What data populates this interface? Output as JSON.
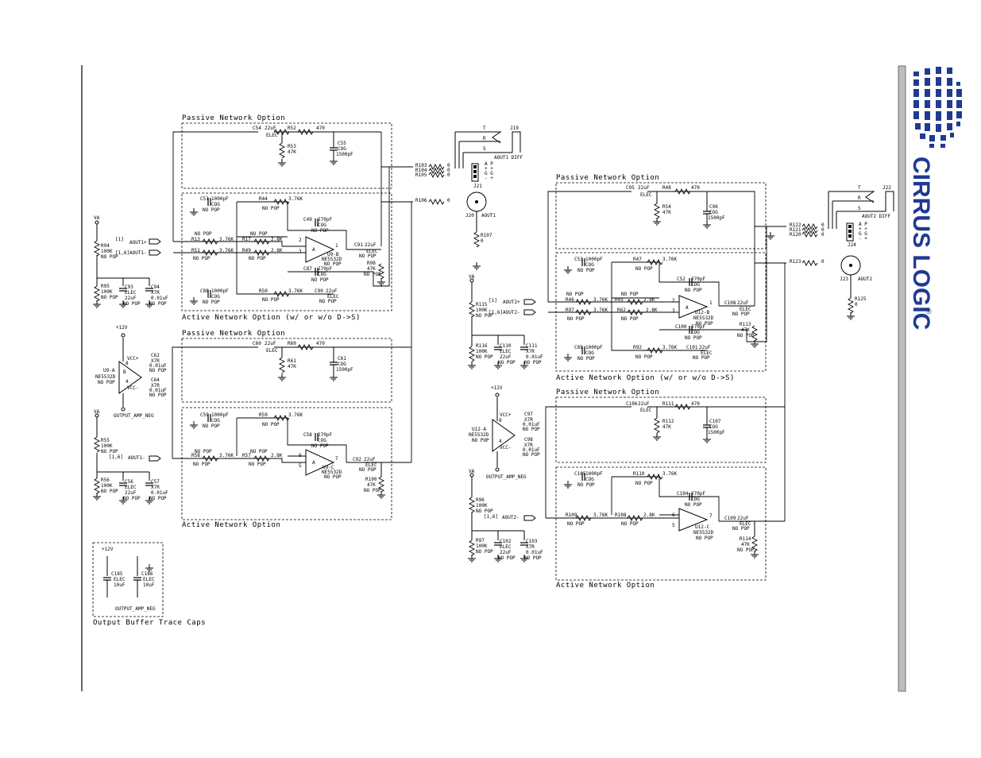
{
  "sections": {
    "passive1": "Passive Network Option",
    "active1": "Active Network Option (w/ or w/o D->S)",
    "passive2": "Passive Network Option",
    "active2": "Active Network Option",
    "caps_box": "Output Buffer Trace Caps",
    "passive3": "Passive Network Option",
    "active3": "Active Network Option (w/ or w/o D->S)",
    "passive4": "Passive Network Option",
    "active4": "Active Network Option"
  },
  "logo": {
    "text": "CIRRUS LOGIC",
    "registered": "®",
    "color": "#1f3a93"
  },
  "net_labels": {
    "aout1p": "AOUT1+",
    "aout1m": "AOUT1-",
    "aout1": "AOUT1-",
    "aout2p": "AOUT2+",
    "aout2m": "AOUT2-",
    "aout2": "AOUT2-",
    "flag1a": "[1]",
    "flag1b": "[1,6]",
    "flag1c": "[1,6]",
    "flag2a": "[1]",
    "flag2b": "[1,6]",
    "flag2c": "[1,6]",
    "va1": "VA",
    "va2": "VA",
    "va3": "VA",
    "va4": "VA",
    "p12a": "+12V",
    "p12b": "+12V",
    "p12c": "+12V",
    "neg1": "OUTPUT_AMP_NEG",
    "neg2": "OUTPUT_AMP_NEG",
    "neg3": "OUTPUT_AMP_NEG"
  },
  "connectors": {
    "j19": "J19",
    "j19_sub": "AOUT1 DIFF",
    "j21": "J21",
    "j20": "J20",
    "j20_sub": "AOUT1",
    "j22": "J22",
    "j22_sub": "AOUT2 DIFF",
    "j24": "J24",
    "j23": "J23",
    "j23_sub": "AOUT2",
    "pin_t": "T",
    "pin_r": "R",
    "pin_s": "S",
    "hdr1": "A P",
    "hdr2": "+ +",
    "hdr3": "G G",
    "hdr4": "- +"
  },
  "amps": {
    "u9b": "U9-B",
    "u9c": "U9-C",
    "u9a": "U9-A",
    "u12b": "U12-B",
    "u12c": "U12-C",
    "u12a": "U12-A",
    "part": "NE5532D",
    "nopop": "NO POP",
    "vccp": "VCC+",
    "vccm": "VCC-",
    "pinA": "A",
    "pinB": "B",
    "pin1": "1",
    "pin2": "2",
    "pin3": "3",
    "pin4": "4",
    "pin5": "5",
    "pin6": "6",
    "pin7": "7",
    "pin8": "8"
  },
  "parts": {
    "c54": "C54",
    "c54v": "22uF",
    "elec": "ELEC",
    "r52": "R52",
    "r52v": "470",
    "r53": "R53",
    "k47": "47K",
    "c55": "C55",
    "cog": "COG",
    "pf1500": "1500pF",
    "c51": "C51",
    "pf1000": "1000pF",
    "r44": "R44",
    "k376": "3.76K",
    "c49": "C49",
    "pf270": "270pF",
    "r13": "R13",
    "r17": "R17",
    "k28": "2.8K",
    "r51": "R51",
    "r49": "R49",
    "c91": "C91",
    "r98": "R98",
    "c88": "C88",
    "r50": "R50",
    "c87": "C87",
    "c90": "C90",
    "r94": "R94",
    "k100": "100K",
    "r95": "R95",
    "c93": "C93",
    "uf22": "22uF",
    "c94": "C94",
    "x7r": "X7R",
    "uf01": "0.01uF",
    "c60": "C60",
    "r60": "R60",
    "r61": "R61",
    "c61": "C61",
    "c62": "C62",
    "c64": "C64",
    "c59": "C59",
    "r59": "R59",
    "c58": "C58",
    "r58": "R58",
    "r57": "R57",
    "c92": "C92",
    "r100": "R100",
    "r55": "R55",
    "r56": "R56",
    "c56": "C56",
    "c57": "C57",
    "c185": "C185",
    "c186": "C186",
    "uf10": "10uF",
    "r103": "R103",
    "r104": "R104",
    "r105": "R105",
    "r106": "R106",
    "r107": "R107",
    "zero": "0",
    "c95": "C95",
    "r48": "R48",
    "r54": "R54",
    "c96": "C96",
    "c53": "C53",
    "r47": "R47",
    "c52": "C52",
    "r46": "R46",
    "r45": "R45",
    "r97a": "R97",
    "r62": "R62",
    "c108": "C108",
    "r113": "R113",
    "c89": "C89",
    "r92": "R92",
    "c100": "C100",
    "c101": "C101",
    "r115": "R115",
    "r116": "R116",
    "c110": "C110",
    "c111": "C111",
    "c97": "C97",
    "c98": "C98",
    "c106": "C106",
    "r111": "R111",
    "r112": "R112",
    "c107": "C107",
    "c105": "C105",
    "r110": "R110",
    "c104": "C104",
    "r109": "R109",
    "r108": "R108",
    "c109": "C109",
    "r114": "R114",
    "r96": "R96",
    "r97": "R97",
    "c102": "C102",
    "c103": "C103",
    "r122": "R122",
    "r121": "R121",
    "r120": "R120",
    "r123": "R123",
    "r125": "R125"
  }
}
